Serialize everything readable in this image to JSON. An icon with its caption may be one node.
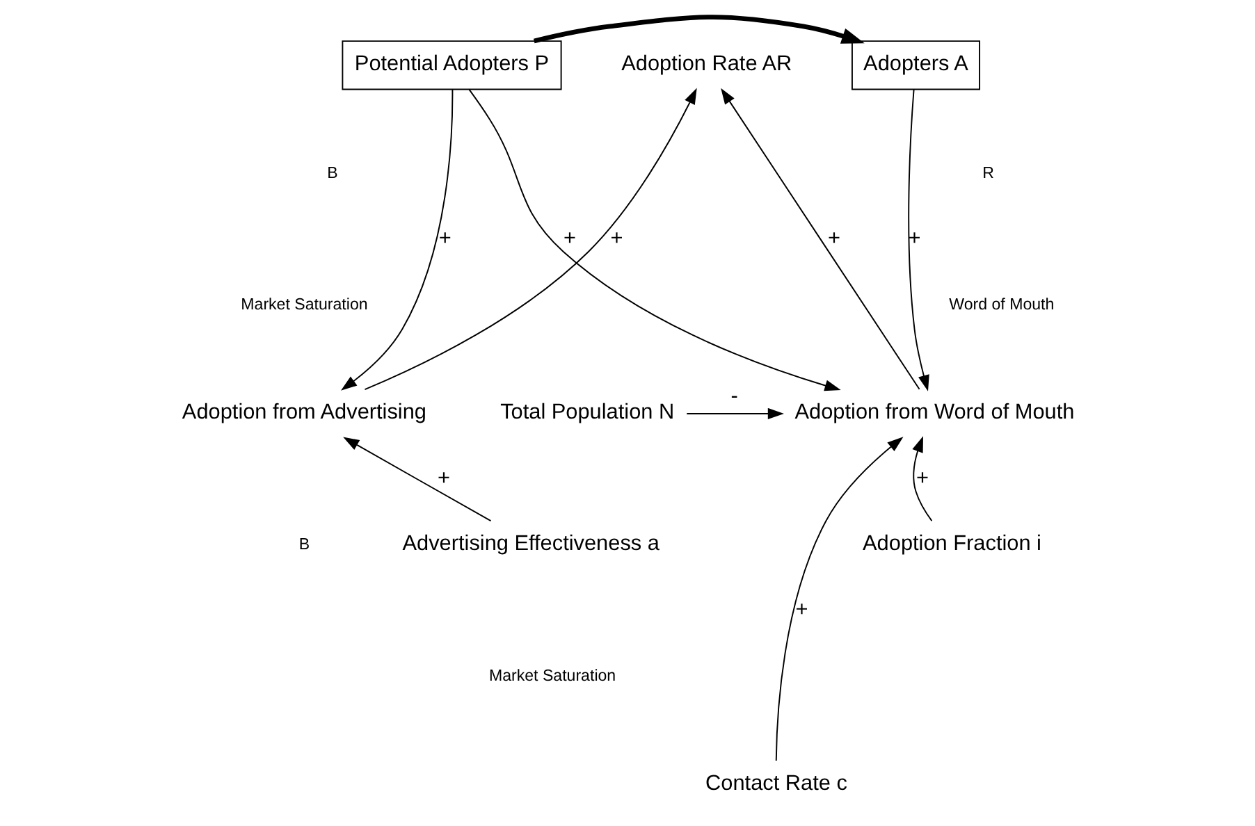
{
  "diagram": {
    "nodes": [
      {
        "text": [
          "Potential Adopters P"
        ]
      },
      {
        "text": [
          "Adopters A"
        ]
      },
      {
        "text": [
          "Adoption Rate AR"
        ]
      },
      {
        "text": [
          "Adoption from Advertising"
        ]
      },
      {
        "text": [
          "Adoption from Word of Mouth"
        ]
      },
      {
        "text": [
          "Total Population N"
        ]
      },
      {
        "text": [
          "Adoption Fraction i"
        ]
      },
      {
        "text": [
          "Contact Rate c"
        ]
      },
      {
        "text": [
          "Advertising Effectiveness a"
        ]
      }
    ],
    "edges": [
      {
        "from": 0,
        "to": 1,
        "arrow": "to",
        "style": "thick"
      },
      {
        "from": 0,
        "to": 3,
        "arrow": "to",
        "label": "+"
      },
      {
        "from": 3,
        "to": 2,
        "arrow": "to",
        "label": "+"
      },
      {
        "from": 4,
        "to": 2,
        "arrow": "to",
        "label": "+"
      },
      {
        "from": 1,
        "to": 4,
        "arrow": "to",
        "label": "+"
      },
      {
        "from": 0,
        "to": 4,
        "arrow": "to",
        "label": "+"
      },
      {
        "from": 5,
        "to": 4,
        "arrow": "to",
        "label": "-"
      },
      {
        "from": 6,
        "to": 4,
        "arrow": "to",
        "label": "+"
      },
      {
        "from": 7,
        "to": 4,
        "arrow": "to",
        "label": "+"
      },
      {
        "from": 8,
        "to": 3,
        "arrow": "to",
        "label": "+"
      }
    ],
    "labels": [
      "B",
      "Market Saturation",
      "R",
      "Word of Mouth",
      "B",
      "Market Saturation"
    ]
  }
}
